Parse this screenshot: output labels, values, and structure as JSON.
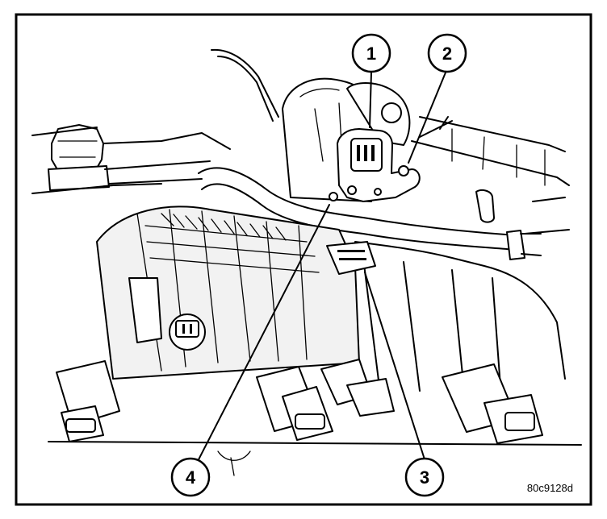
{
  "callouts": [
    {
      "label": "1",
      "part": "throttle position sensor"
    },
    {
      "label": "2",
      "part": "mounting screw"
    },
    {
      "label": "3",
      "part": "electrical connector"
    },
    {
      "label": "4",
      "part": "mounting screw"
    }
  ],
  "figure_id": "80c9128d"
}
